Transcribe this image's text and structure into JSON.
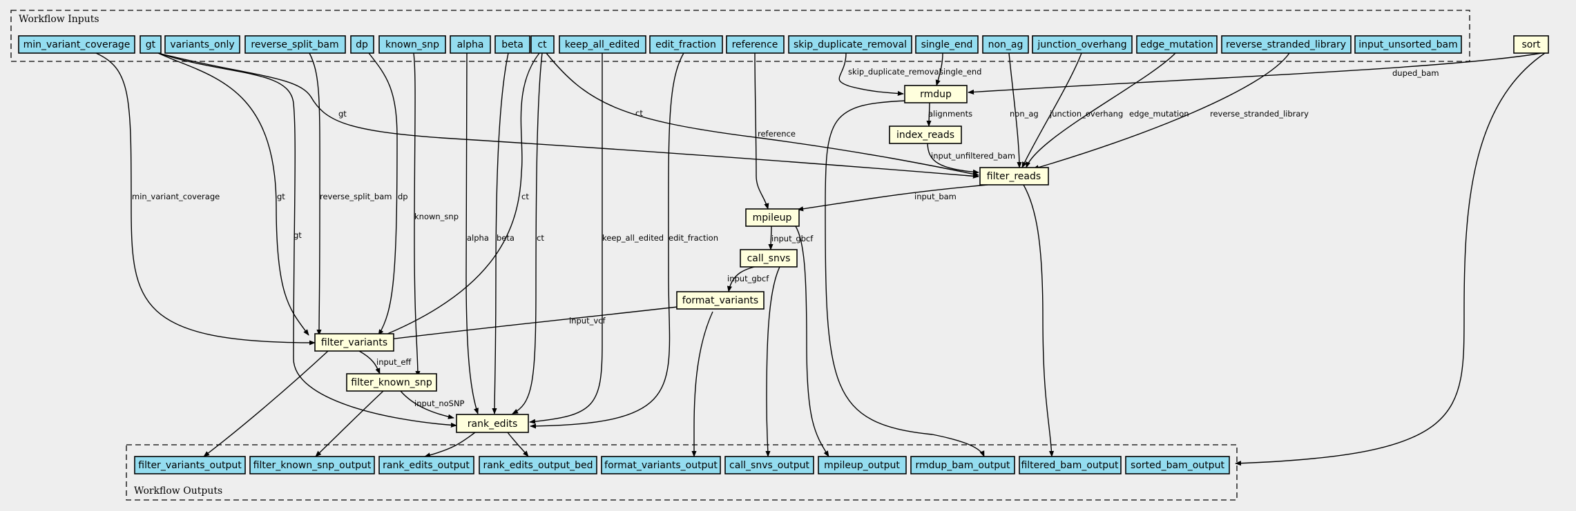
{
  "clusters": {
    "inputs_label": "Workflow Inputs",
    "outputs_label": "Workflow Outputs"
  },
  "inputs": {
    "min_variant_coverage": "min_variant_coverage",
    "gt": "gt",
    "variants_only": "variants_only",
    "reverse_split_bam": "reverse_split_bam",
    "dp": "dp",
    "known_snp": "known_snp",
    "alpha": "alpha",
    "beta": "beta",
    "ct": "ct",
    "keep_all_edited": "keep_all_edited",
    "edit_fraction": "edit_fraction",
    "reference": "reference",
    "skip_duplicate_removal": "skip_duplicate_removal",
    "single_end": "single_end",
    "non_ag": "non_ag",
    "junction_overhang": "junction_overhang",
    "edge_mutation": "edge_mutation",
    "reverse_stranded_library": "reverse_stranded_library",
    "input_unsorted_bam": "input_unsorted_bam"
  },
  "steps": {
    "sort": "sort",
    "rmdup": "rmdup",
    "index_reads": "index_reads",
    "filter_reads": "filter_reads",
    "mpileup": "mpileup",
    "call_snvs": "call_snvs",
    "format_variants": "format_variants",
    "filter_variants": "filter_variants",
    "filter_known_snp": "filter_known_snp",
    "rank_edits": "rank_edits"
  },
  "outputs": {
    "filter_variants_output": "filter_variants_output",
    "filter_known_snp_output": "filter_known_snp_output",
    "rank_edits_output": "rank_edits_output",
    "rank_edits_output_bed": "rank_edits_output_bed",
    "format_variants_output": "format_variants_output",
    "call_snvs_output": "call_snvs_output",
    "mpileup_output": "mpileup_output",
    "rmdup_bam_output": "rmdup_bam_output",
    "filtered_bam_output": "filtered_bam_output",
    "sorted_bam_output": "sorted_bam_output"
  },
  "edge_labels": {
    "min_variant_coverage": "min_variant_coverage",
    "gt_fv": "gt",
    "gt_fr": "gt",
    "gt_re": "gt",
    "reverse_split_bam": "reverse_split_bam",
    "dp": "dp",
    "known_snp": "known_snp",
    "alpha": "alpha",
    "beta": "beta",
    "ct_fv": "ct",
    "ct_re": "ct",
    "ct_fr": "ct",
    "keep_all_edited": "keep_all_edited",
    "edit_fraction": "edit_fraction",
    "reference": "reference",
    "skip_duplicate_removal": "skip_duplicate_removal",
    "single_end": "single_end",
    "duped_bam": "duped_bam",
    "alignments": "alignments",
    "non_ag": "non_ag",
    "junction_overhang": "junction_overhang",
    "edge_mutation": "edge_mutation",
    "reverse_stranded_library": "reverse_stranded_library",
    "input_unfiltered_bam": "input_unfiltered_bam",
    "input_bam": "input_bam",
    "input_gbcf_call": "input_gbcf",
    "input_gbcf_format": "input_gbcf",
    "input_vcf": "input_vcf",
    "input_eff": "input_eff",
    "input_noSNP": "input_noSNP"
  }
}
